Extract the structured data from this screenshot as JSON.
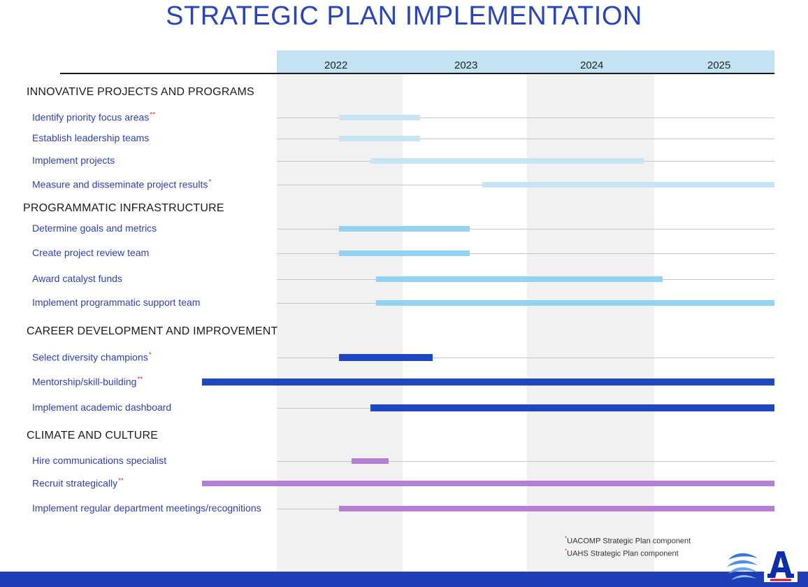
{
  "title": "STRATEGIC PLAN IMPLEMENTATION",
  "colors": {
    "title": "#2b45b8",
    "task_text": "#2f3fb0",
    "marker": "#e0323a",
    "innovative": "#c9e5f5",
    "infrastructure": "#94d2f1",
    "career": "#1e48c2",
    "climate": "#b57fd8",
    "bottom_band": "#1f3fb8",
    "year_band": "#c3e3f3"
  },
  "chart_data": {
    "type": "gantt",
    "title": "STRATEGIC PLAN IMPLEMENTATION",
    "years": [
      "2022",
      "2023",
      "2024",
      "2025"
    ],
    "x_range": [
      2022.0,
      2026.0
    ],
    "x_unit": "year",
    "sections": [
      {
        "name": "INNOVATIVE  PROJECTS AND PROGRAMS",
        "color": "#c9e5f5",
        "tasks": [
          {
            "label": "Identify priority focus areas",
            "marker": "**",
            "start": 2022.5,
            "end": 2023.15
          },
          {
            "label": "Establish leadership teams",
            "marker": "",
            "start": 2022.5,
            "end": 2023.15
          },
          {
            "label": "Implement projects",
            "marker": "",
            "start": 2022.75,
            "end": 2024.95
          },
          {
            "label": "Measure and disseminate project results",
            "marker": "*",
            "start": 2023.65,
            "end": 2026.0
          }
        ]
      },
      {
        "name": "PROGRAMMATIC  INFRASTRUCTURE",
        "color": "#94d2f1",
        "tasks": [
          {
            "label": "Determine goals and metrics",
            "marker": "",
            "start": 2022.5,
            "end": 2023.55
          },
          {
            "label": "Create project review team",
            "marker": "",
            "start": 2022.5,
            "end": 2023.55
          },
          {
            "label": "Award catalyst funds",
            "marker": "",
            "start": 2022.8,
            "end": 2025.1
          },
          {
            "label": "Implement programmatic support team",
            "marker": "",
            "start": 2022.8,
            "end": 2026.0
          }
        ]
      },
      {
        "name": "CAREER DEVELOPMENT AND IMPROVEMENT",
        "color": "#1e48c2",
        "tasks": [
          {
            "label": "Select diversity champions",
            "marker": "*",
            "start": 2022.5,
            "end": 2023.25
          },
          {
            "label": "Mentorship/skill-building",
            "marker": "**",
            "start": 2021.4,
            "end": 2026.0
          },
          {
            "label": "Implement academic dashboard",
            "marker": "",
            "start": 2022.75,
            "end": 2026.0
          }
        ]
      },
      {
        "name": "CLIMATE AND CULTURE",
        "color": "#b57fd8",
        "tasks": [
          {
            "label": "Hire communications specialist",
            "marker": "",
            "start": 2022.6,
            "end": 2022.9
          },
          {
            "label": "Recruit strategically",
            "marker": "**",
            "start": 2021.4,
            "end": 2026.0
          },
          {
            "label": "Implement regular department meetings/recognitions",
            "marker": "",
            "start": 2022.5,
            "end": 2026.0
          }
        ]
      }
    ]
  },
  "footnotes": [
    {
      "marker": "*",
      "text": "UACOMP Strategic Plan component"
    },
    {
      "marker": "*",
      "text": "UAHS Strategic Plan component"
    }
  ]
}
